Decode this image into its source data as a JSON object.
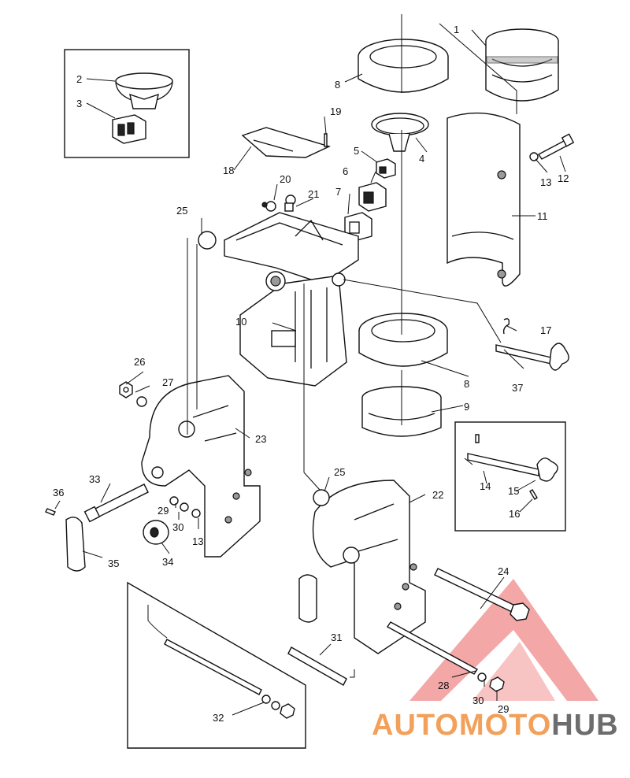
{
  "callouts": [
    {
      "id": "c1",
      "text": "1"
    },
    {
      "id": "c2",
      "text": "2"
    },
    {
      "id": "c3",
      "text": "3"
    },
    {
      "id": "c4",
      "text": "4"
    },
    {
      "id": "c5",
      "text": "5"
    },
    {
      "id": "c6",
      "text": "6"
    },
    {
      "id": "c7",
      "text": "7"
    },
    {
      "id": "c8a",
      "text": "8"
    },
    {
      "id": "c8b",
      "text": "8"
    },
    {
      "id": "c9",
      "text": "9"
    },
    {
      "id": "c10",
      "text": "10"
    },
    {
      "id": "c11",
      "text": "11"
    },
    {
      "id": "c12",
      "text": "12"
    },
    {
      "id": "c13a",
      "text": "13"
    },
    {
      "id": "c13b",
      "text": "13"
    },
    {
      "id": "c14",
      "text": "14"
    },
    {
      "id": "c15",
      "text": "15"
    },
    {
      "id": "c16",
      "text": "16"
    },
    {
      "id": "c17",
      "text": "17"
    },
    {
      "id": "c18",
      "text": "18"
    },
    {
      "id": "c19",
      "text": "19"
    },
    {
      "id": "c20",
      "text": "20"
    },
    {
      "id": "c21",
      "text": "21"
    },
    {
      "id": "c22",
      "text": "22"
    },
    {
      "id": "c23",
      "text": "23"
    },
    {
      "id": "c24",
      "text": "24"
    },
    {
      "id": "c25a",
      "text": "25"
    },
    {
      "id": "c25b",
      "text": "25"
    },
    {
      "id": "c26",
      "text": "26"
    },
    {
      "id": "c27",
      "text": "27"
    },
    {
      "id": "c28",
      "text": "28"
    },
    {
      "id": "c29a",
      "text": "29"
    },
    {
      "id": "c29b",
      "text": "29"
    },
    {
      "id": "c30a",
      "text": "30"
    },
    {
      "id": "c30b",
      "text": "30"
    },
    {
      "id": "c31",
      "text": "31"
    },
    {
      "id": "c32",
      "text": "32"
    },
    {
      "id": "c33",
      "text": "33"
    },
    {
      "id": "c34",
      "text": "34"
    },
    {
      "id": "c35",
      "text": "35"
    },
    {
      "id": "c36",
      "text": "36"
    },
    {
      "id": "c37",
      "text": "37"
    }
  ],
  "watermark": {
    "part1": "AUTOMOTO",
    "part2": "HUB",
    "colors": {
      "accent": "#f2a05a",
      "dark": "#6d6d6d",
      "triangle": "#f08a8a"
    }
  }
}
